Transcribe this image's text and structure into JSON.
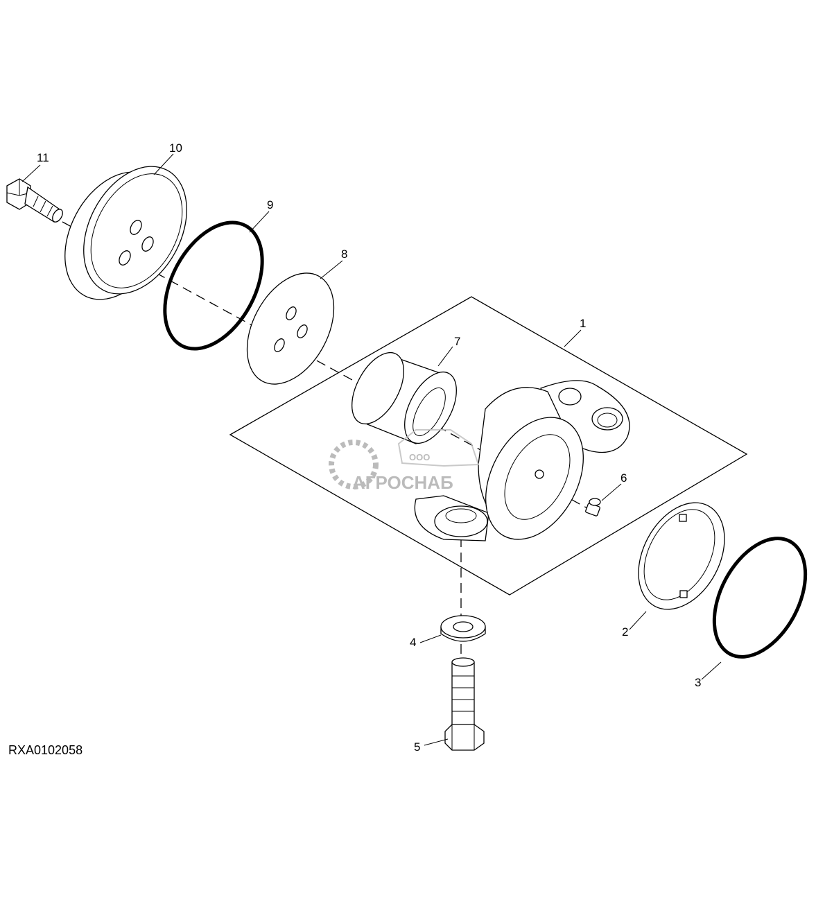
{
  "figure_id": "RXA0102058",
  "callouts": [
    "1",
    "2",
    "3",
    "4",
    "5",
    "6",
    "7",
    "8",
    "9",
    "10",
    "11"
  ],
  "watermark": {
    "prefix": "ООО",
    "name": "АГРОСНАБ",
    "color": "#b0b0b0"
  },
  "colors": {
    "line": "#000000",
    "background": "#ffffff"
  }
}
